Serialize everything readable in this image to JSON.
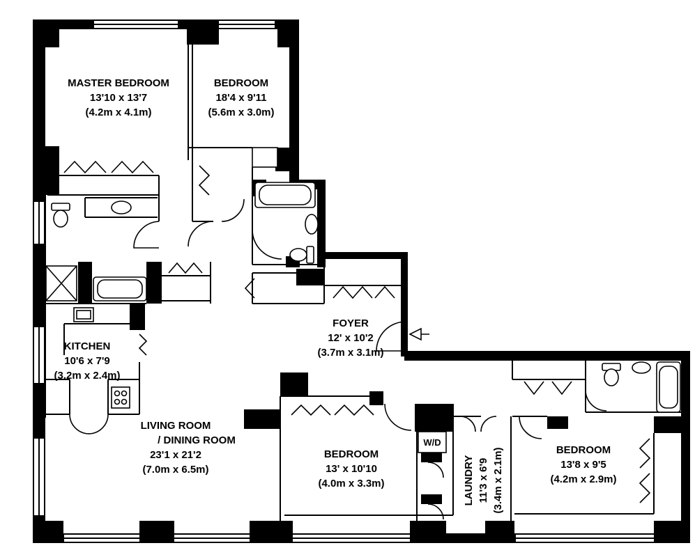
{
  "rooms": {
    "master_bedroom": {
      "name": "MASTER BEDROOM",
      "dim_imperial": "13'10 x 13'7",
      "dim_metric": "(4.2m x 4.1m)"
    },
    "bedroom_north": {
      "name": "BEDROOM",
      "dim_imperial": "18'4 x 9'11",
      "dim_metric": "(5.6m x 3.0m)"
    },
    "foyer": {
      "name": "FOYER",
      "dim_imperial": "12' x 10'2",
      "dim_metric": "(3.7m x 3.1m)"
    },
    "kitchen": {
      "name": "KITCHEN",
      "dim_imperial": "10'6 x 7'9",
      "dim_metric": "(3.2m x 2.4m)"
    },
    "living_dining": {
      "name_line1": "LIVING ROOM",
      "name_line2": "/ DINING ROOM",
      "dim_imperial": "23'1 x 21'2",
      "dim_metric": "(7.0m x 6.5m)"
    },
    "bedroom_center": {
      "name": "BEDROOM",
      "dim_imperial": "13' x 10'10",
      "dim_metric": "(4.0m x 3.3m)"
    },
    "laundry": {
      "name": "LAUNDRY",
      "dim_imperial": "11'3 x 6'9",
      "dim_metric": "(3.4m x 2.1m)"
    },
    "bedroom_east": {
      "name": "BEDROOM",
      "dim_imperial": "13'8 x 9'5",
      "dim_metric": "(4.2m x 2.9m)"
    }
  },
  "appliances": {
    "washer_dryer": "W/D"
  }
}
